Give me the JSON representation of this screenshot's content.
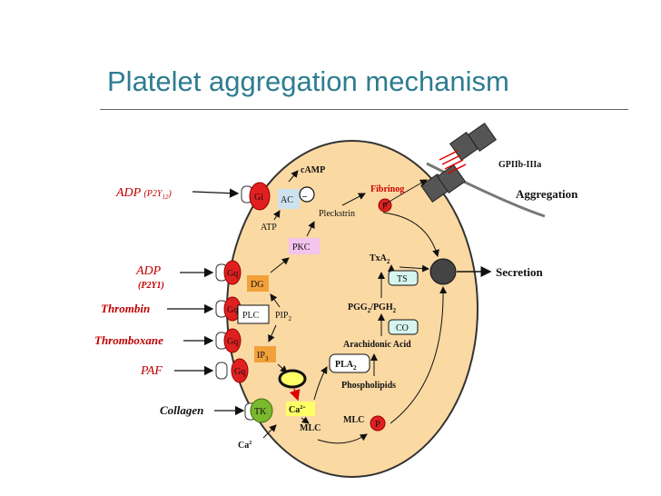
{
  "title": "Platelet aggregation mechanism",
  "colors": {
    "title": "#2d7d91",
    "cell_fill": "#fbd9a3",
    "receptor_red": "#e02020",
    "agonist_label": "#c00000",
    "dg_box": "#f2a13a",
    "pkc_box": "#f2c4ee",
    "ts_co_box": "#d6f5ee",
    "ac_box": "#cde2ee",
    "ca_box": "#ffff66",
    "tk_green": "#7ab82e"
  },
  "agonists": {
    "adp_p2y12": "ADP",
    "adp_p2y12_receptor": "(P2Y",
    "adp_p2y12_sub": "12",
    "adp_p2y12_close": ")",
    "adp_p2y1": "ADP",
    "adp_p2y1_receptor": "(P2Y1)",
    "thrombin": "Thrombin",
    "thromboxane": "Thromboxane",
    "paf": "PAF",
    "collagen": "Collagen"
  },
  "receptors": {
    "gi": "Gi",
    "gq1": "Gq",
    "gq2": "Gq",
    "gq3": "Gq",
    "gq4": "Gq",
    "tk": "TK"
  },
  "nodes": {
    "camp": "cAMP",
    "ac": "AC",
    "minus": "–",
    "atp": "ATP",
    "fibrinogen": "Fibrinog",
    "p_badge": "P",
    "pleckstrin": "Pleckstrin",
    "pkc": "PKC",
    "dg": "DG",
    "plc": "PLC",
    "pip": "PIP",
    "pip_sub": "2",
    "ip": "IP",
    "ip_sub": "3",
    "ca": "Ca",
    "ca_sup": "2+",
    "txa": "TxA",
    "txa_sub": "2",
    "ts": "TS",
    "pgg": "PGG",
    "pgg_sub": "2",
    "pgh": "/PGH",
    "pgh_sub": "2",
    "co": "CO",
    "arachidonic": "Arachidonic Acid",
    "pla": "PLA",
    "pla_sub": "2",
    "phospholipids": "Phospholipids",
    "mlc_left": "MLC",
    "mlc_right": "MLC",
    "ca_ext": "Ca",
    "ca_ext_sup": "2"
  },
  "right": {
    "gpiib": "GPIIb-IIIa",
    "aggregation": "Aggregation",
    "secretion": "Secretion"
  }
}
